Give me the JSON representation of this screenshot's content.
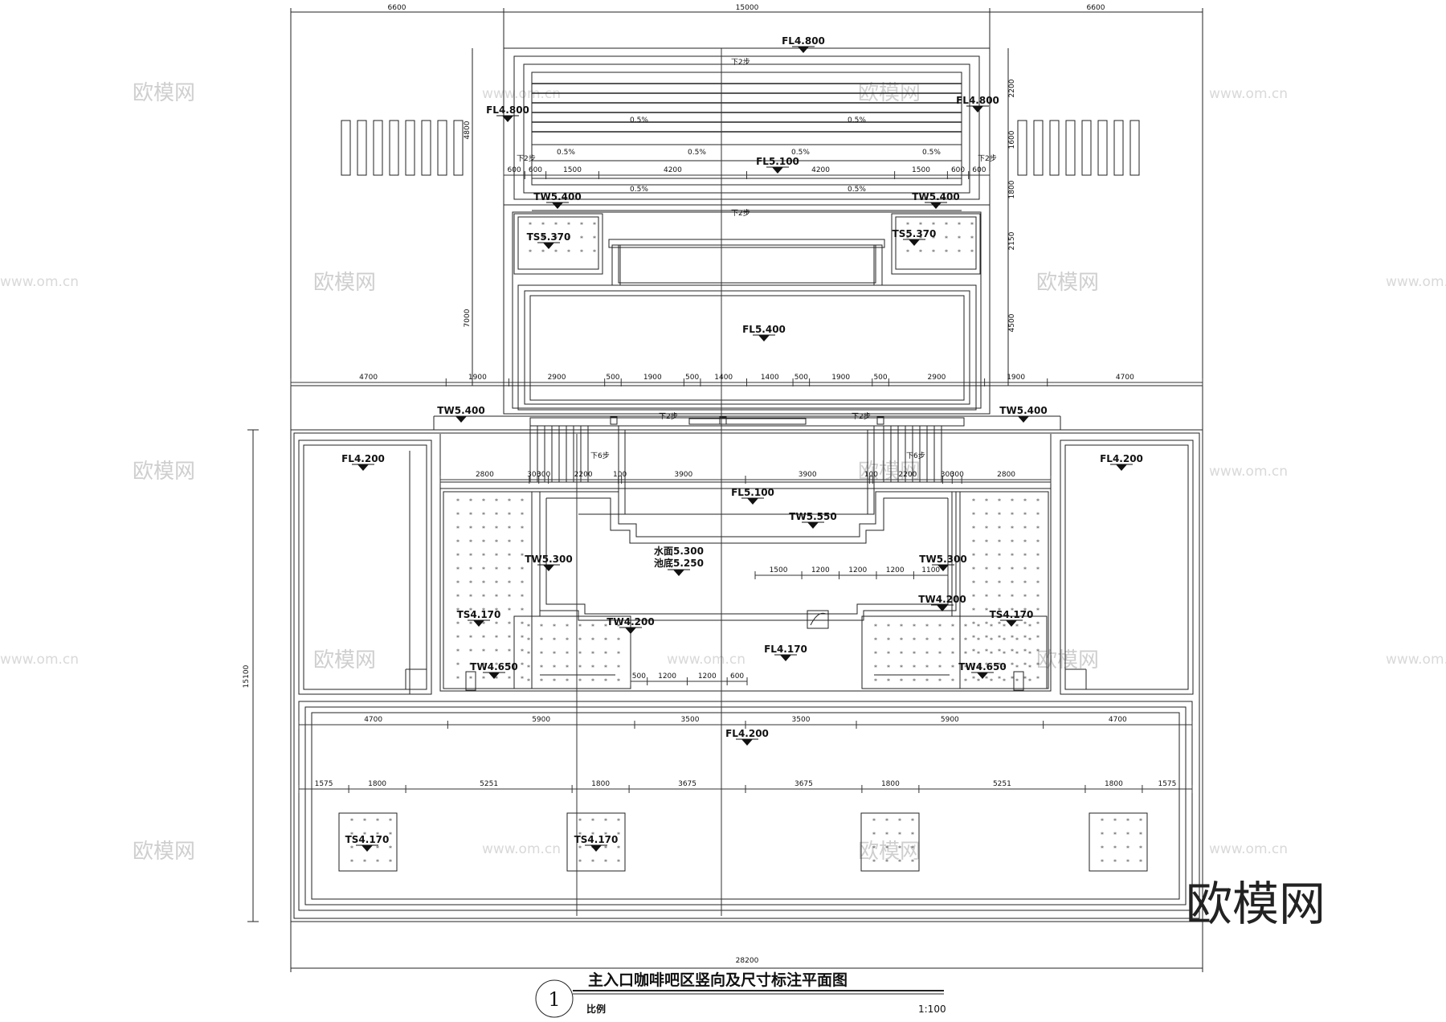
{
  "top_dimensions": [
    "6600",
    "15000",
    "6600"
  ],
  "upper_right_dims": [
    "2200",
    "1600",
    "1800",
    "2150",
    "4500"
  ],
  "left_dims": [
    "4800",
    "7000",
    "15100"
  ],
  "row_dims_upper": [
    "600",
    "600",
    "1500",
    "4200",
    "4200",
    "1500",
    "600",
    "600"
  ],
  "row_dims_mid": [
    "4700",
    "1900",
    "2900",
    "500",
    "1900",
    "500",
    "1400",
    "1400",
    "500",
    "1900",
    "500",
    "2900",
    "1900",
    "4700"
  ],
  "row_dims_court": [
    "2800",
    "300",
    "300",
    "2200",
    "100",
    "3900",
    "3900",
    "100",
    "2200",
    "300",
    "300",
    "2800"
  ],
  "row_dims_pool": [
    "1500",
    "1200",
    "1200",
    "1200",
    "1100"
  ],
  "row_dims_low": [
    "500",
    "1200",
    "1200",
    "600"
  ],
  "row_dims_plaza": [
    "4700",
    "5900",
    "3500",
    "3500",
    "5900",
    "4700"
  ],
  "row_dims_bottom": [
    "1575",
    "1800",
    "5251",
    "1800",
    "3675",
    "3675",
    "1800",
    "5251",
    "1800",
    "1575"
  ],
  "bottom_total": "28200",
  "levels": {
    "fl4800_top": "FL4.800",
    "fl4800_left": "FL4.800",
    "fl4800_right": "FL4.800",
    "fl5100_top": "FL5.100",
    "tw5400_ul": "TW5.400",
    "tw5400_ur": "TW5.400",
    "ts5370_l": "TS5.370",
    "ts5370_r": "TS5.370",
    "fl5400": "FL5.400",
    "tw5400_ml": "TW5.400",
    "tw5400_mr": "TW5.400",
    "fl4200_l": "FL4.200",
    "fl4200_r": "FL4.200",
    "fl5100_mid": "FL5.100",
    "tw5550": "TW5.550",
    "water1": "水面5.300",
    "water2": "池底5.250",
    "tw5300_l": "TW5.300",
    "tw5300_r": "TW5.300",
    "tw4200_r": "TW4.200",
    "ts4170_l": "TS4.170",
    "ts4170_r": "TS4.170",
    "tw4200_l": "TW4.200",
    "fl4170": "FL4.170",
    "tw4650_l": "TW4.650",
    "tw4650_r": "TW4.650",
    "fl4200_plaza": "FL4.200",
    "ts4170_b1": "TS4.170",
    "ts4170_b2": "TS4.170"
  },
  "slope": "0.5%",
  "step_label": "下2步",
  "step6_label": "下6步",
  "watermark": "欧模网",
  "watermark_url": "www.om.cn",
  "title": "主入口咖啡吧区竖向及尺寸标注平面图",
  "title_number": "1",
  "scale_label": "比例",
  "scale_value": "1:100"
}
